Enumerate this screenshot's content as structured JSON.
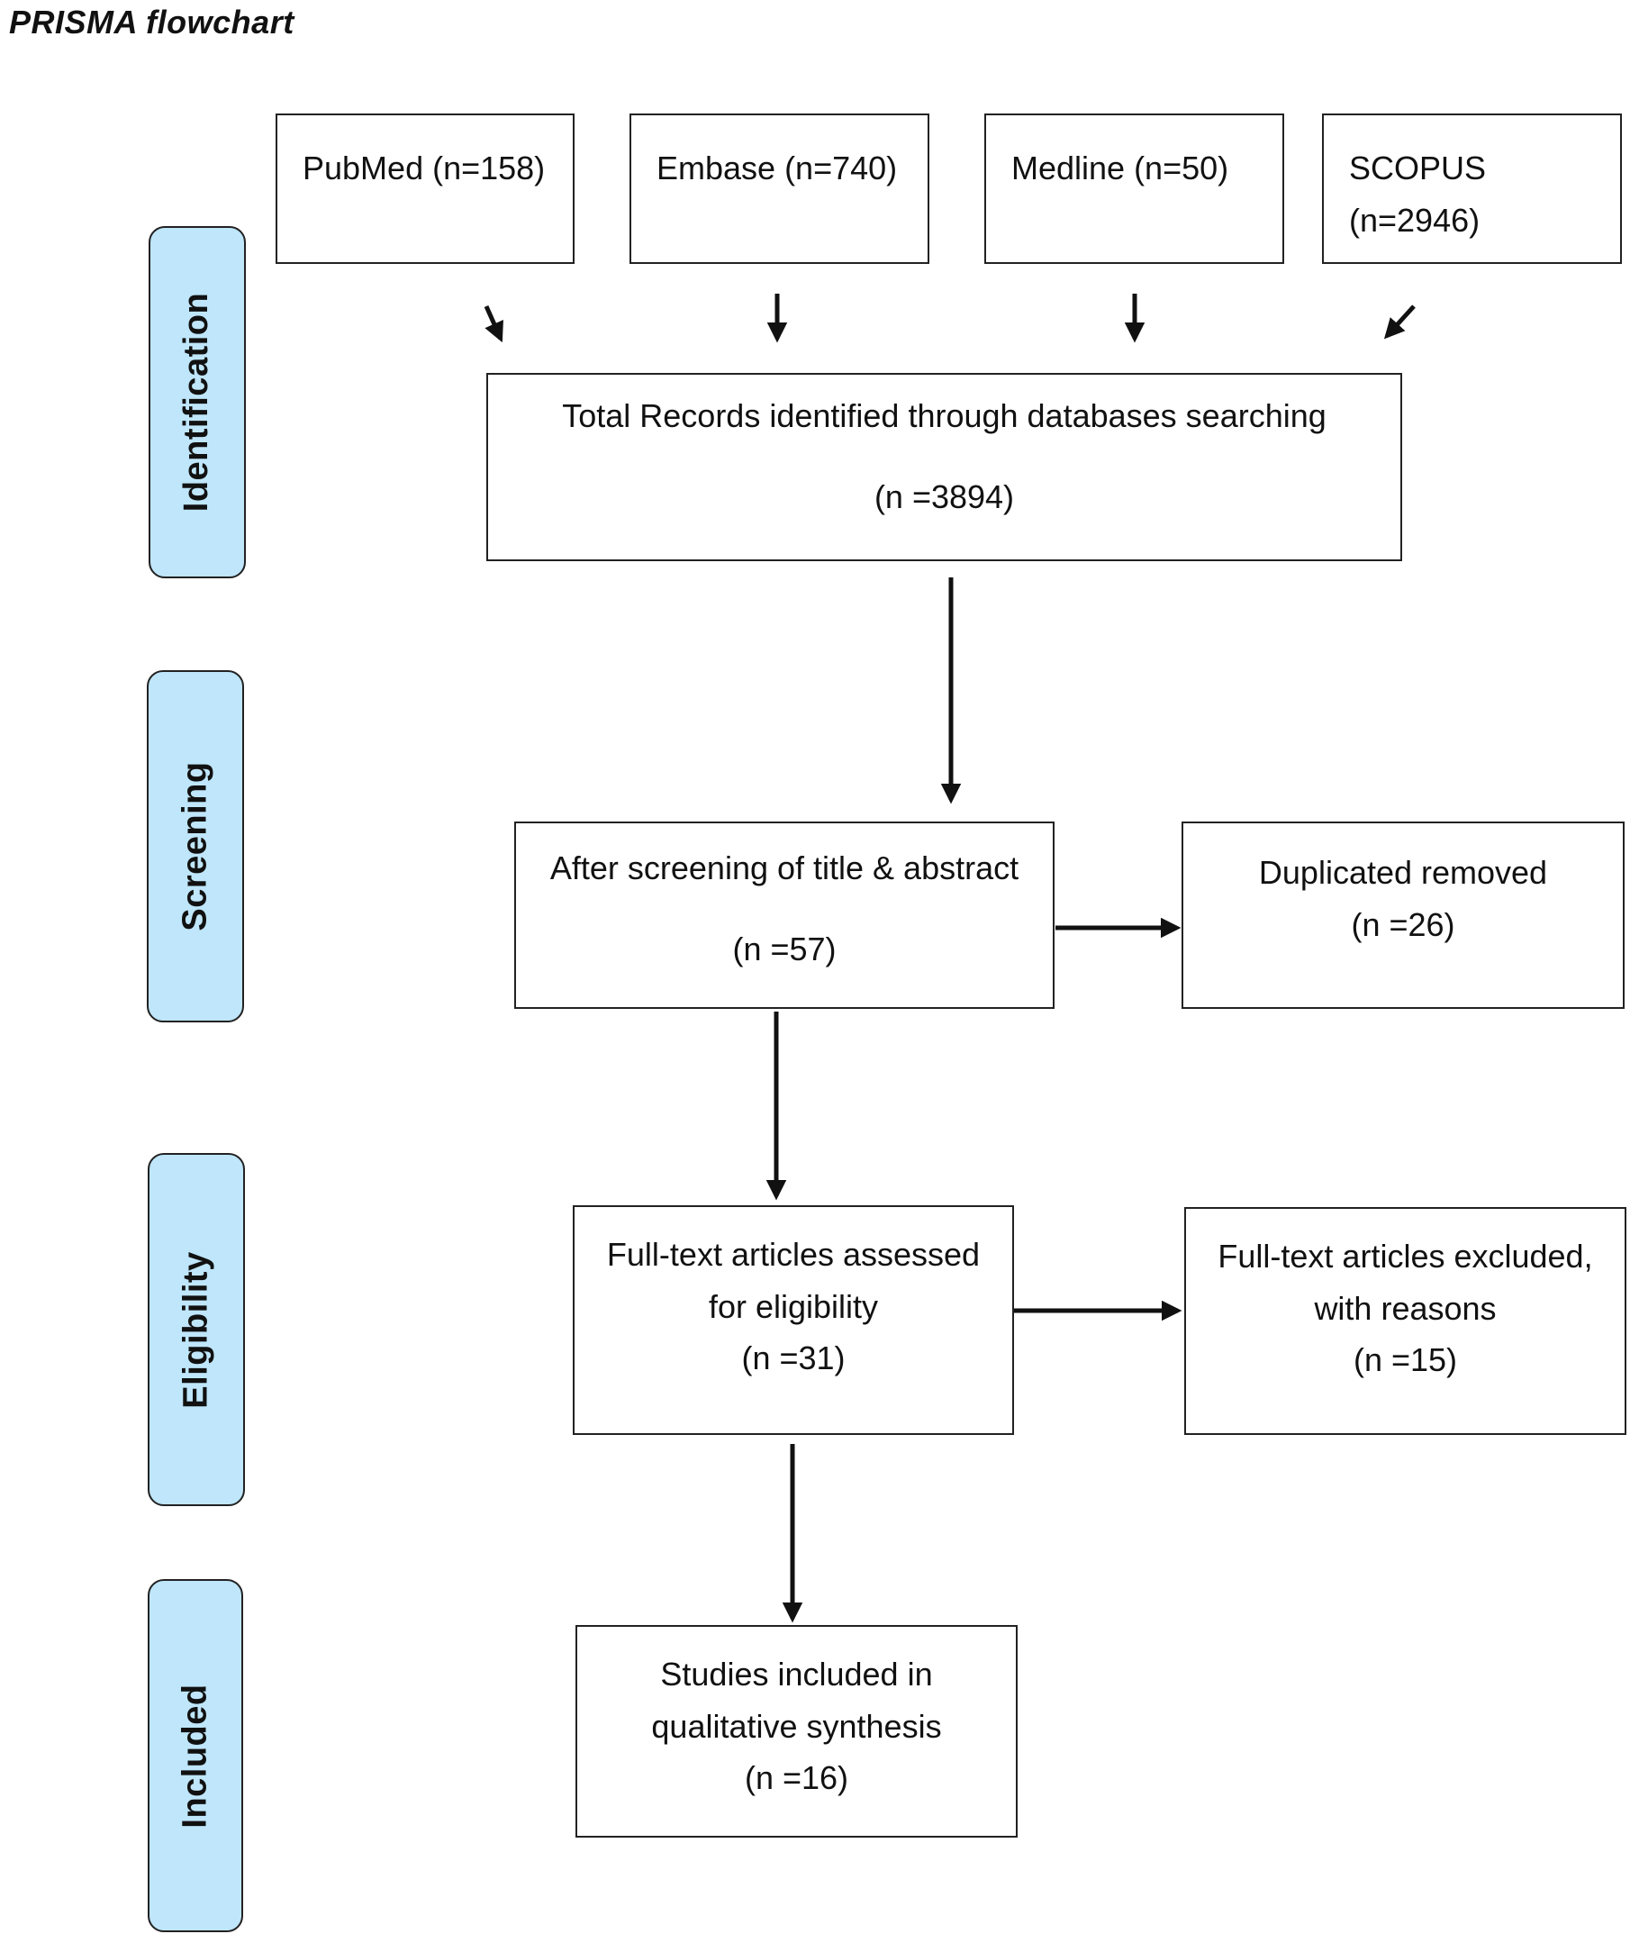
{
  "title": "PRISMA flowchart",
  "phases": {
    "identification": "Identification",
    "screening": "Screening",
    "eligibility": "Eligibility",
    "included": "Included"
  },
  "sources": {
    "pubmed": "PubMed (n=158)",
    "embase": "Embase (n=740)",
    "medline": "Medline (n=50)",
    "scopus_line1": "SCOPUS",
    "scopus_line2": "(n=2946)"
  },
  "total": {
    "label": "Total Records identified through databases searching",
    "count": "(n =3894)"
  },
  "screened": {
    "label": "After screening of title & abstract",
    "count": "(n =57)"
  },
  "duplicates": {
    "label": "Duplicated removed",
    "count": "(n =26)"
  },
  "fulltext": {
    "line1": "Full-text articles assessed",
    "line2": "for eligibility",
    "count": "(n =31)"
  },
  "excluded": {
    "line1": "Full-text articles excluded,",
    "line2": "with reasons",
    "count": "(n =15)"
  },
  "included_studies": {
    "line1": "Studies included in",
    "line2": "qualitative synthesis",
    "count": "(n =16)"
  },
  "colors": {
    "phase_fill": "#bfe6fa",
    "stroke": "#222222"
  }
}
